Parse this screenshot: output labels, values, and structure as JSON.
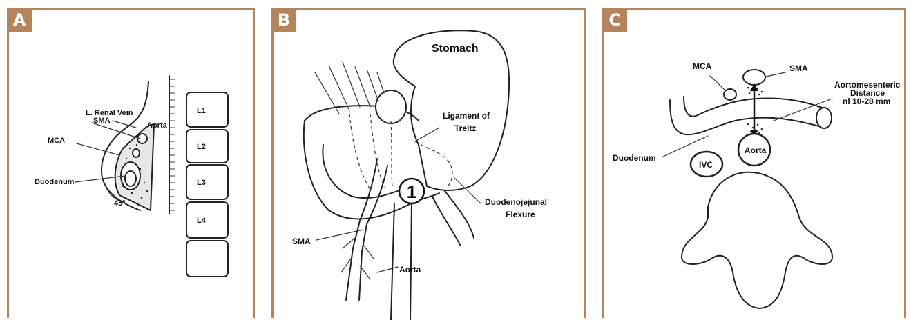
{
  "panels": {
    "a": {
      "badge": "A",
      "labels": {
        "renal_vein": "L. Renal Vein",
        "sma": "SMA",
        "aorta": "Aorta",
        "mca": "MCA",
        "duodenum": "Duodenum",
        "angle": "45°"
      },
      "vertebrae": [
        "L1",
        "L2",
        "L3",
        "L4"
      ]
    },
    "b": {
      "badge": "B",
      "labels": {
        "stomach": "Stomach",
        "ligament_line1": "Ligament of",
        "ligament_line2": "Treitz",
        "marker": "1",
        "flexure_line1": "Duodenojejunal",
        "flexure_line2": "Flexure",
        "sma": "SMA",
        "aorta": "Aorta"
      }
    },
    "c": {
      "badge": "C",
      "labels": {
        "mca": "MCA",
        "sma": "SMA",
        "distance_line1": "Aortomesenteric",
        "distance_line2": "Distance",
        "distance_line3": "nl 10-28 mm",
        "duodenum": "Duodenum",
        "ivc": "IVC",
        "aorta": "Aorta"
      }
    }
  },
  "colors": {
    "frame": "#b5845a",
    "badge_text": "#ffffff",
    "ink": "#222222"
  }
}
